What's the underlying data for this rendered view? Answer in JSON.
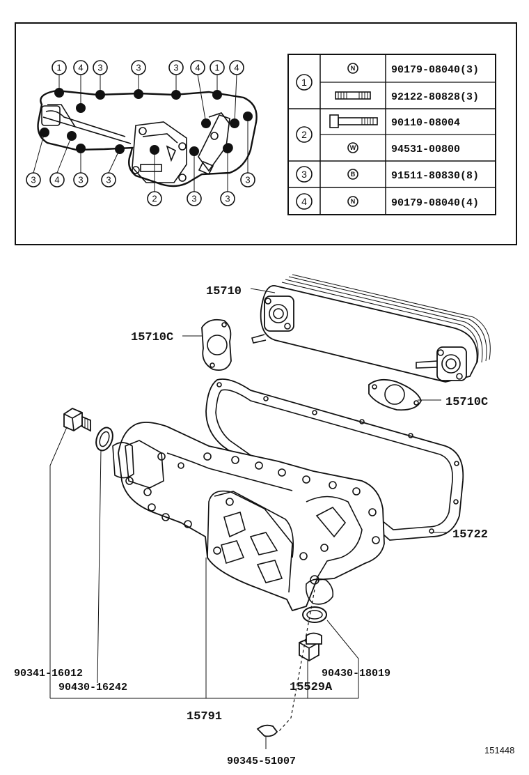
{
  "inset": {
    "bolt_map": [
      {
        "num": "1"
      },
      {
        "num": "4"
      },
      {
        "num": "3"
      },
      {
        "num": "3"
      },
      {
        "num": "3"
      },
      {
        "num": "4"
      },
      {
        "num": "1"
      },
      {
        "num": "4"
      },
      {
        "num": "3"
      },
      {
        "num": "4"
      },
      {
        "num": "3"
      },
      {
        "num": "3"
      },
      {
        "num": "2"
      },
      {
        "num": "3"
      },
      {
        "num": "3"
      },
      {
        "num": "3"
      }
    ],
    "table": [
      {
        "key": "1",
        "rows": [
          {
            "symbol": "N",
            "part": "90179-08040(3)"
          },
          {
            "symbol": "",
            "part": "92122-80828(3)"
          }
        ]
      },
      {
        "key": "2",
        "rows": [
          {
            "symbol": "",
            "part": "90110-08004"
          },
          {
            "symbol": "W",
            "part": "94531-00800"
          }
        ]
      },
      {
        "key": "3",
        "rows": [
          {
            "symbol": "B",
            "part": "91511-80830(8)"
          }
        ]
      },
      {
        "key": "4",
        "rows": [
          {
            "symbol": "N",
            "part": "90179-08040(4)"
          }
        ]
      }
    ]
  },
  "parts": {
    "oil_cooler": "15710",
    "gasket_left": "15710C",
    "gasket_right": "15710C",
    "cover_gasket": "15722",
    "plug_left": "90341-16012",
    "gasket_plug_left": "90430-16242",
    "cooler_cover": "15791",
    "gasket_plug_right": "90430-18019",
    "plug_right": "15529A",
    "drain_cock": "90345-51007"
  },
  "figure_id": "151448"
}
